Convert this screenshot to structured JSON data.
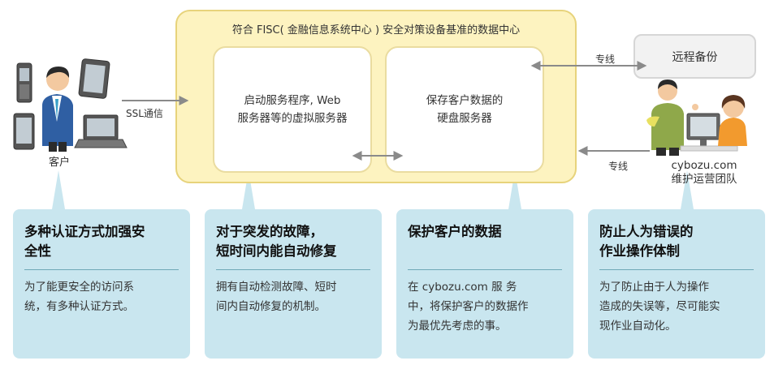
{
  "data_center": {
    "title": "符合 FISC( 金融信息系统中心 ) 安全对策设备基准的数据中心",
    "server_web": "启动服务程序, Web\n服务器等的虚拟服务器",
    "server_storage": "保存客户数据的\n硬盘服务器"
  },
  "client": {
    "label": "客户",
    "connection_label": "SSL通信"
  },
  "backup": {
    "label": "远程备份",
    "line_top_label": "专线",
    "line_bottom_label": "专线"
  },
  "team": {
    "name_line1": "cybozu.com",
    "name_line2": "维护运营团队"
  },
  "cards": [
    {
      "title": "多种认证方式加强安\n全性",
      "body": "为了能更安全的访问系\n统，有多种认证方式。"
    },
    {
      "title": "对于突发的故障，\n短时间内能自动修复",
      "body": "拥有自动检测故障、短时\n间内自动修复的机制。"
    },
    {
      "title": "保护客户的数据",
      "body": "在 cybozu.com 服 务\n中，将保护客户的数据作\n为最优先考虑的事。"
    },
    {
      "title": "防止人为错误的\n作业操作体制",
      "body": "为了防止由于人为操作\n造成的失误等，尽可能实\n现作业自动化。"
    }
  ],
  "colors": {
    "datacenter_fill": "#fdf3c0",
    "card_fill": "#c9e6ef",
    "arrow": "#8a8a8a"
  },
  "icons": [
    "mobile-phone-icon",
    "tablet-icon",
    "smartphone-icon",
    "laptop-icon",
    "client-person-icon",
    "operator-man-icon",
    "operator-woman-icon",
    "monitor-icon"
  ]
}
